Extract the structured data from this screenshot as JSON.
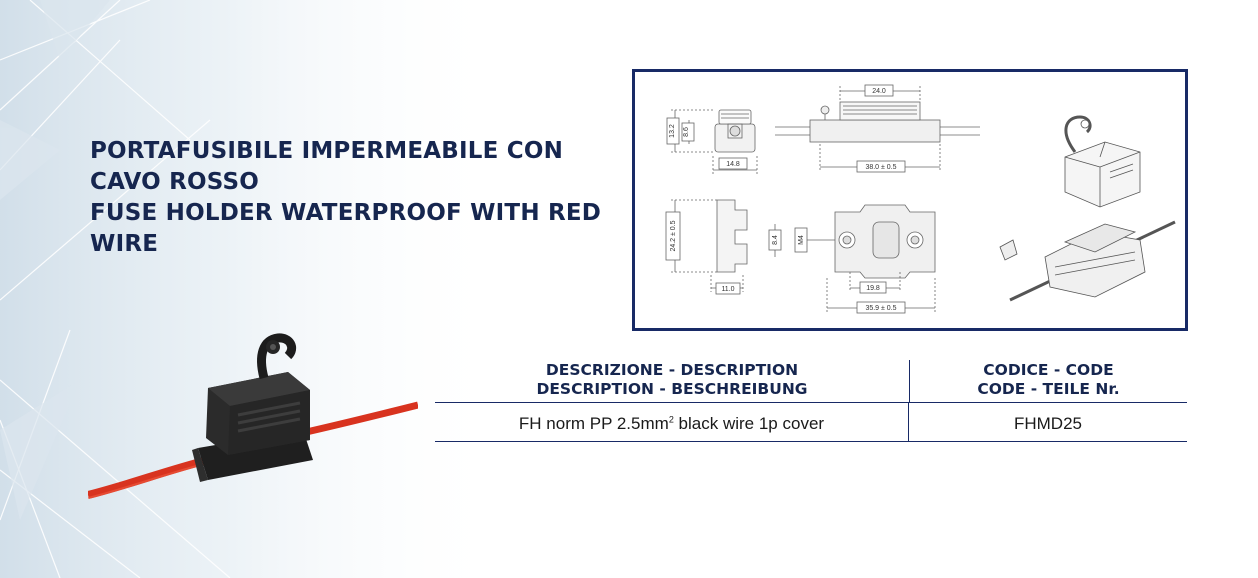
{
  "title_lines": [
    "PORTAFUSIBILE IMPERMEABILE CON",
    "CAVO ROSSO",
    "FUSE HOLDER WATERPROOF WITH RED",
    "WIRE"
  ],
  "table": {
    "header": {
      "description_line1": "DESCRIZIONE - DESCRIPTION",
      "description_line2": "DESCRIPTION - BESCHREIBUNG",
      "code_line1": "CODICE - CODE",
      "code_line2": "CODE - TEILE Nr."
    },
    "rows": [
      {
        "description_pre": "FH norm PP 2.5mm",
        "description_sup": "2",
        "description_post": " black wire 1p cover",
        "code": "FHMD25"
      }
    ]
  },
  "drawing": {
    "dims": {
      "d_13_2": "13.2",
      "d_8_6": "8.6",
      "d_14_8": "14.8",
      "d_24_0": "24.0",
      "d_38_0": "38.0 ± 0.5",
      "d_24_2": "24.2 ± 0.5",
      "d_11_0": "11.0",
      "d_8_4": "8.4",
      "d_m4": "M4",
      "d_19_8": "19.8",
      "d_35_9": "35.9 ± 0.5"
    }
  },
  "colors": {
    "navy": "#16264f",
    "frame": "#182a66",
    "wire_red": "#e0321e",
    "body_black": "#2a2a2a"
  }
}
